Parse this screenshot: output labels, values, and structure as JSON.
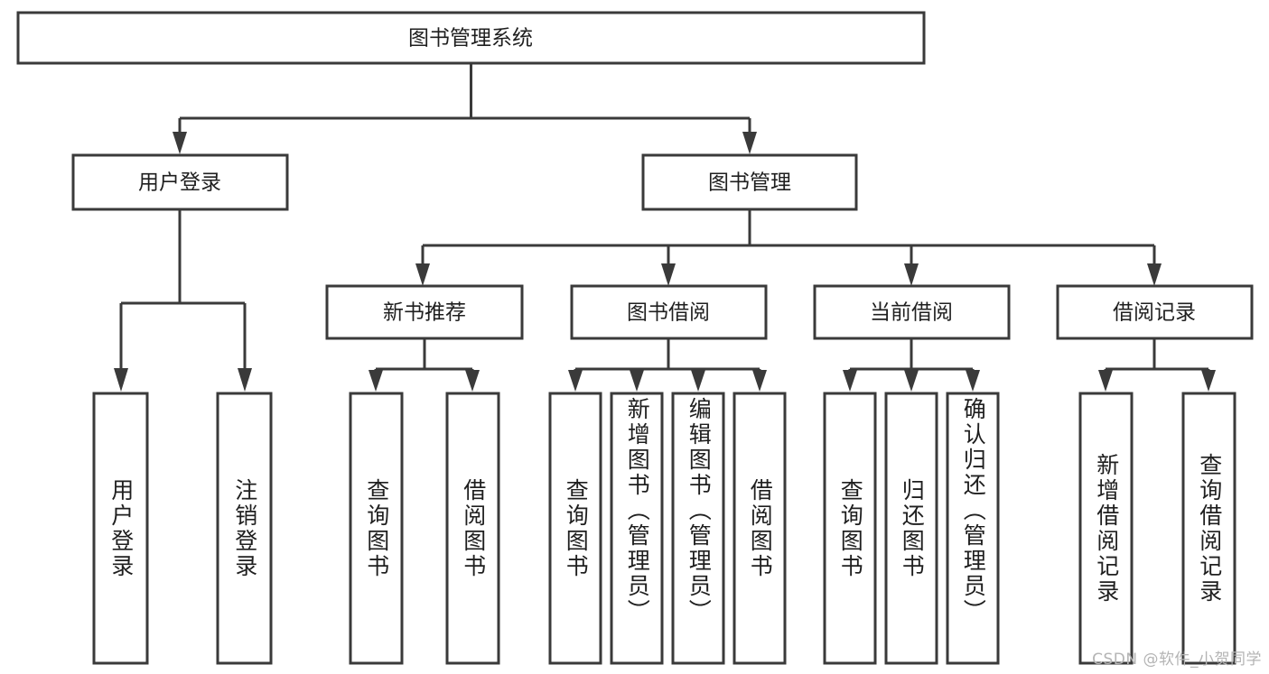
{
  "diagram": {
    "type": "tree-hierarchy",
    "title": "图书管理系统",
    "root": {
      "id": "root",
      "label": "图书管理系统"
    },
    "level2": [
      {
        "id": "user-login",
        "label": "用户登录"
      },
      {
        "id": "book-manage",
        "label": "图书管理"
      }
    ],
    "level3": [
      {
        "id": "new-book-recommend",
        "label": "新书推荐",
        "parent": "book-manage"
      },
      {
        "id": "book-borrow",
        "label": "图书借阅",
        "parent": "book-manage"
      },
      {
        "id": "current-borrow",
        "label": "当前借阅",
        "parent": "book-manage"
      },
      {
        "id": "borrow-record",
        "label": "借阅记录",
        "parent": "book-manage"
      }
    ],
    "leaves": [
      {
        "id": "leaf-user-login",
        "label": "用户登录",
        "parent": "user-login"
      },
      {
        "id": "leaf-user-logout",
        "label": "注销登录",
        "parent": "user-login"
      },
      {
        "id": "leaf-query-book-1",
        "label": "查询图书",
        "parent": "new-book-recommend"
      },
      {
        "id": "leaf-borrow-book-1",
        "label": "借阅图书",
        "parent": "new-book-recommend"
      },
      {
        "id": "leaf-query-book-2",
        "label": "查询图书",
        "parent": "book-borrow"
      },
      {
        "id": "leaf-add-book",
        "label": "新增图书（管理员）",
        "parent": "book-borrow"
      },
      {
        "id": "leaf-edit-book",
        "label": "编辑图书（管理员）",
        "parent": "book-borrow"
      },
      {
        "id": "leaf-borrow-book-2",
        "label": "借阅图书",
        "parent": "book-borrow"
      },
      {
        "id": "leaf-query-book-3",
        "label": "查询图书",
        "parent": "current-borrow"
      },
      {
        "id": "leaf-return-book",
        "label": "归还图书",
        "parent": "current-borrow"
      },
      {
        "id": "leaf-confirm-return",
        "label": "确认归还（管理员）",
        "parent": "current-borrow"
      },
      {
        "id": "leaf-add-record",
        "label": "新增借阅记录",
        "parent": "borrow-record"
      },
      {
        "id": "leaf-query-record",
        "label": "查询借阅记录",
        "parent": "borrow-record"
      }
    ]
  },
  "watermark": {
    "text": "CSDN @软件_小贺同学"
  },
  "colors": {
    "stroke": "#3a3a3a",
    "fill": "#ffffff",
    "text": "#1f1f1f",
    "watermark": "#b4b4b4"
  }
}
